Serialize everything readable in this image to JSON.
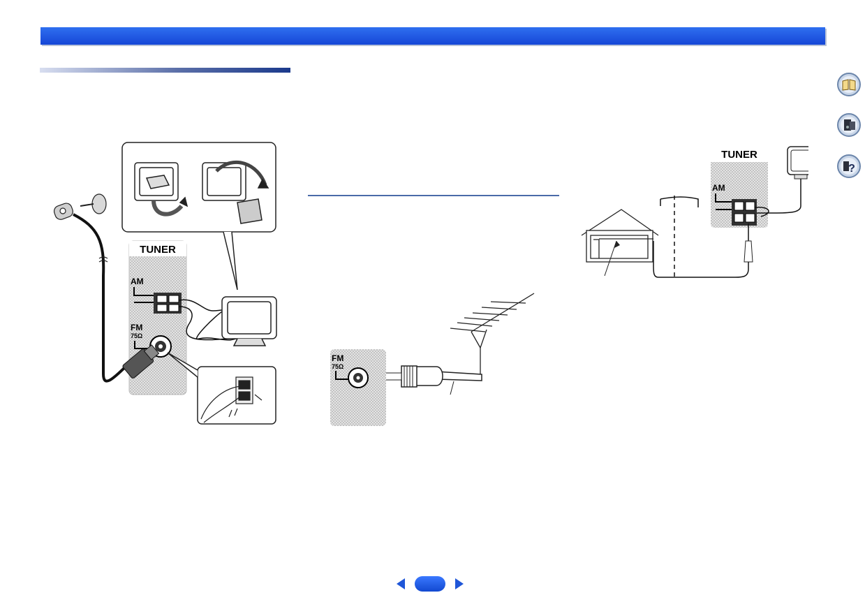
{
  "header": {
    "title": ""
  },
  "sidebar": {
    "icons": [
      {
        "name": "manual-book-icon"
      },
      {
        "name": "receiver-icon"
      },
      {
        "name": "help-question-icon"
      }
    ]
  },
  "figures": {
    "am_fm_connect": {
      "tuner_label": "TUNER",
      "am_label": "AM",
      "fm_label": "FM",
      "fm_impedance": "75Ω"
    },
    "outdoor_fm": {
      "fm_label": "FM",
      "fm_impedance": "75Ω"
    },
    "outdoor_am": {
      "tuner_label": "TUNER",
      "am_label": "AM"
    }
  },
  "pager": {
    "current": ""
  }
}
